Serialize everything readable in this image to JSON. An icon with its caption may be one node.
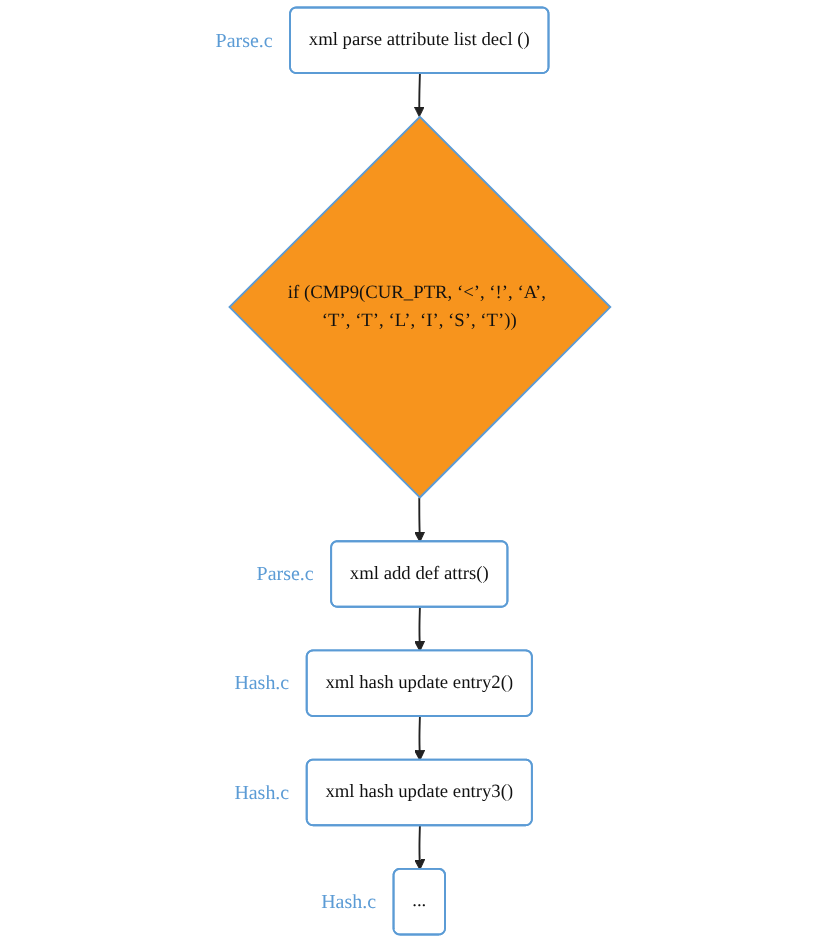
{
  "diagram": {
    "nodes": [
      {
        "text": [
          "xml parse attribute list decl ()"
        ],
        "beside": [
          "Parse.c"
        ]
      },
      {
        "text": [
          "if (CMP9(CUR_PTR, ‘<’, ‘!’, ‘A’, ‘T’, ‘T’, ‘L’, ‘I’, ‘S’, ‘T’))"
        ]
      },
      {
        "text": [
          "xml add def attrs()"
        ],
        "beside": [
          "Parse.c"
        ]
      },
      {
        "text": [
          "xml hash update entry2()"
        ],
        "beside": [
          "Hash.c"
        ]
      },
      {
        "text": [
          "xml hash update entry3()"
        ],
        "beside": [
          "Hash.c"
        ]
      },
      {
        "text": [
          "..."
        ],
        "beside": [
          "Hash.c"
        ]
      }
    ],
    "edges": [
      {
        "from": 0,
        "to": 1,
        "arrow": "to"
      },
      {
        "from": 1,
        "to": 2,
        "arrow": "to"
      },
      {
        "from": 2,
        "to": 3,
        "arrow": "to"
      },
      {
        "from": 3,
        "to": 4,
        "arrow": "to"
      },
      {
        "from": 4,
        "to": 5,
        "arrow": "to"
      }
    ]
  }
}
